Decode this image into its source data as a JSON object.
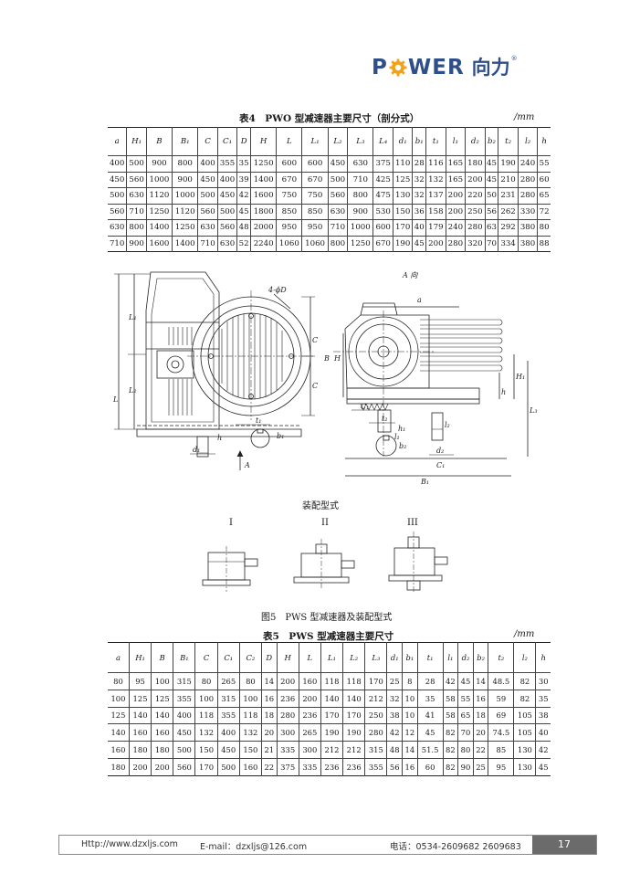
{
  "header": {
    "brand_pre": "P",
    "brand_post": "WER",
    "brand_cn": "向力",
    "brand_reg": "®",
    "brand_color": "#2f4f8a"
  },
  "table4": {
    "caption": "表4　PWO 型减速器主要尺寸（剖分式）",
    "unit": "/mm",
    "headers": [
      "a",
      "H₁",
      "B",
      "B₁",
      "C",
      "C₁",
      "D",
      "H",
      "L",
      "L₁",
      "L₂",
      "L₃",
      "L₄",
      "d₁",
      "b₁",
      "t₁",
      "l₁",
      "d₂",
      "b₂",
      "t₂",
      "l₂",
      "h"
    ],
    "rows": [
      [
        "400",
        "500",
        "900",
        "800",
        "400",
        "355",
        "35",
        "1250",
        "600",
        "600",
        "450",
        "630",
        "375",
        "110",
        "28",
        "116",
        "165",
        "180",
        "45",
        "190",
        "240",
        "55"
      ],
      [
        "450",
        "560",
        "1000",
        "900",
        "450",
        "400",
        "39",
        "1400",
        "670",
        "670",
        "500",
        "710",
        "425",
        "125",
        "32",
        "132",
        "165",
        "200",
        "45",
        "210",
        "280",
        "60"
      ],
      [
        "500",
        "630",
        "1120",
        "1000",
        "500",
        "450",
        "42",
        "1600",
        "750",
        "750",
        "560",
        "800",
        "475",
        "130",
        "32",
        "137",
        "200",
        "220",
        "50",
        "231",
        "280",
        "65"
      ],
      [
        "560",
        "710",
        "1250",
        "1120",
        "560",
        "500",
        "45",
        "1800",
        "850",
        "850",
        "630",
        "900",
        "530",
        "150",
        "36",
        "158",
        "200",
        "250",
        "56",
        "262",
        "330",
        "72"
      ],
      [
        "630",
        "800",
        "1400",
        "1250",
        "630",
        "560",
        "48",
        "2000",
        "950",
        "950",
        "710",
        "1000",
        "600",
        "170",
        "40",
        "179",
        "240",
        "280",
        "63",
        "292",
        "380",
        "80"
      ],
      [
        "710",
        "900",
        "1600",
        "1400",
        "710",
        "630",
        "52",
        "2240",
        "1060",
        "1060",
        "800",
        "1250",
        "670",
        "190",
        "45",
        "200",
        "280",
        "320",
        "70",
        "334",
        "380",
        "88"
      ]
    ]
  },
  "drawing": {
    "labels": {
      "four_d": "4-ϕD",
      "a_view": "A 向",
      "a_arrow": "A",
      "a": "a",
      "L1": "L₁",
      "L2": "L₂",
      "L": "L",
      "C": "C",
      "B": "B",
      "H": "H",
      "H1": "H₁",
      "h": "h",
      "L3": "L₃",
      "C1": "C₁",
      "t1": "t₁",
      "b1": "b₁",
      "d1": "d₁",
      "h1": "h₁",
      "t2": "t₂",
      "b2": "b₂",
      "d2": "d₂",
      "l1": "l₁",
      "l2": "l₂",
      "B1": "B₁"
    }
  },
  "assembly": {
    "title": "装配型式",
    "types": [
      "I",
      "II",
      "III"
    ],
    "figure_caption": "图5　PWS 型减速器及装配型式"
  },
  "table5": {
    "caption": "表5　PWS 型减速器主要尺寸",
    "unit": "/mm",
    "headers": [
      "a",
      "H₁",
      "B",
      "B₁",
      "C",
      "C₁",
      "C₂",
      "D",
      "H",
      "L",
      "L₁",
      "L₂",
      "L₃",
      "d₁",
      "b₁",
      "t₁",
      "l₁",
      "d₂",
      "b₂",
      "t₂",
      "l₂",
      "h"
    ],
    "rows": [
      [
        "80",
        "95",
        "100",
        "315",
        "80",
        "265",
        "80",
        "14",
        "200",
        "160",
        "118",
        "118",
        "170",
        "25",
        "8",
        "28",
        "42",
        "45",
        "14",
        "48.5",
        "82",
        "30"
      ],
      [
        "100",
        "125",
        "125",
        "355",
        "100",
        "315",
        "100",
        "16",
        "236",
        "200",
        "140",
        "140",
        "212",
        "32",
        "10",
        "35",
        "58",
        "55",
        "16",
        "59",
        "82",
        "35"
      ],
      [
        "125",
        "140",
        "140",
        "400",
        "118",
        "355",
        "118",
        "18",
        "280",
        "236",
        "170",
        "170",
        "250",
        "38",
        "10",
        "41",
        "58",
        "65",
        "18",
        "69",
        "105",
        "38"
      ],
      [
        "140",
        "160",
        "160",
        "450",
        "132",
        "400",
        "132",
        "20",
        "300",
        "265",
        "190",
        "190",
        "280",
        "42",
        "12",
        "45",
        "82",
        "70",
        "20",
        "74.5",
        "105",
        "40"
      ],
      [
        "160",
        "180",
        "180",
        "500",
        "150",
        "450",
        "150",
        "21",
        "335",
        "300",
        "212",
        "212",
        "315",
        "48",
        "14",
        "51.5",
        "82",
        "80",
        "22",
        "85",
        "130",
        "42"
      ],
      [
        "180",
        "200",
        "200",
        "560",
        "170",
        "500",
        "160",
        "22",
        "375",
        "335",
        "236",
        "236",
        "355",
        "56",
        "16",
        "60",
        "82",
        "90",
        "25",
        "95",
        "130",
        "45"
      ]
    ]
  },
  "footer": {
    "website": "Http://www.dzxljs.com",
    "email": "E-mail：dzxljs@126.com",
    "phone": "电话：0534-2609682  2609683",
    "page": "17"
  }
}
